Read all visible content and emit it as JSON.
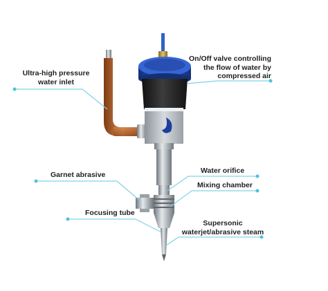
{
  "labels": {
    "inlet": [
      "Ultra-high pressure",
      "water inlet"
    ],
    "valve": [
      "On/Off valve controlling",
      "the flow of water by",
      "compressed air"
    ],
    "garnet": [
      "Garnet abrasive"
    ],
    "orifice": [
      "Water orifice"
    ],
    "mixing": [
      "Mixing chamber"
    ],
    "focusing": [
      "Focusing tube"
    ],
    "jet": [
      "Supersonic",
      "waterjet/abrasive steam"
    ]
  },
  "colors": {
    "leader_line": "#7fd3e6",
    "leader_dot": "#4cc3de",
    "cap_blue": "#2448a8",
    "copper": "#b8642f",
    "steel": "#b9bfc4",
    "body_dark": "#2b2b2b"
  }
}
